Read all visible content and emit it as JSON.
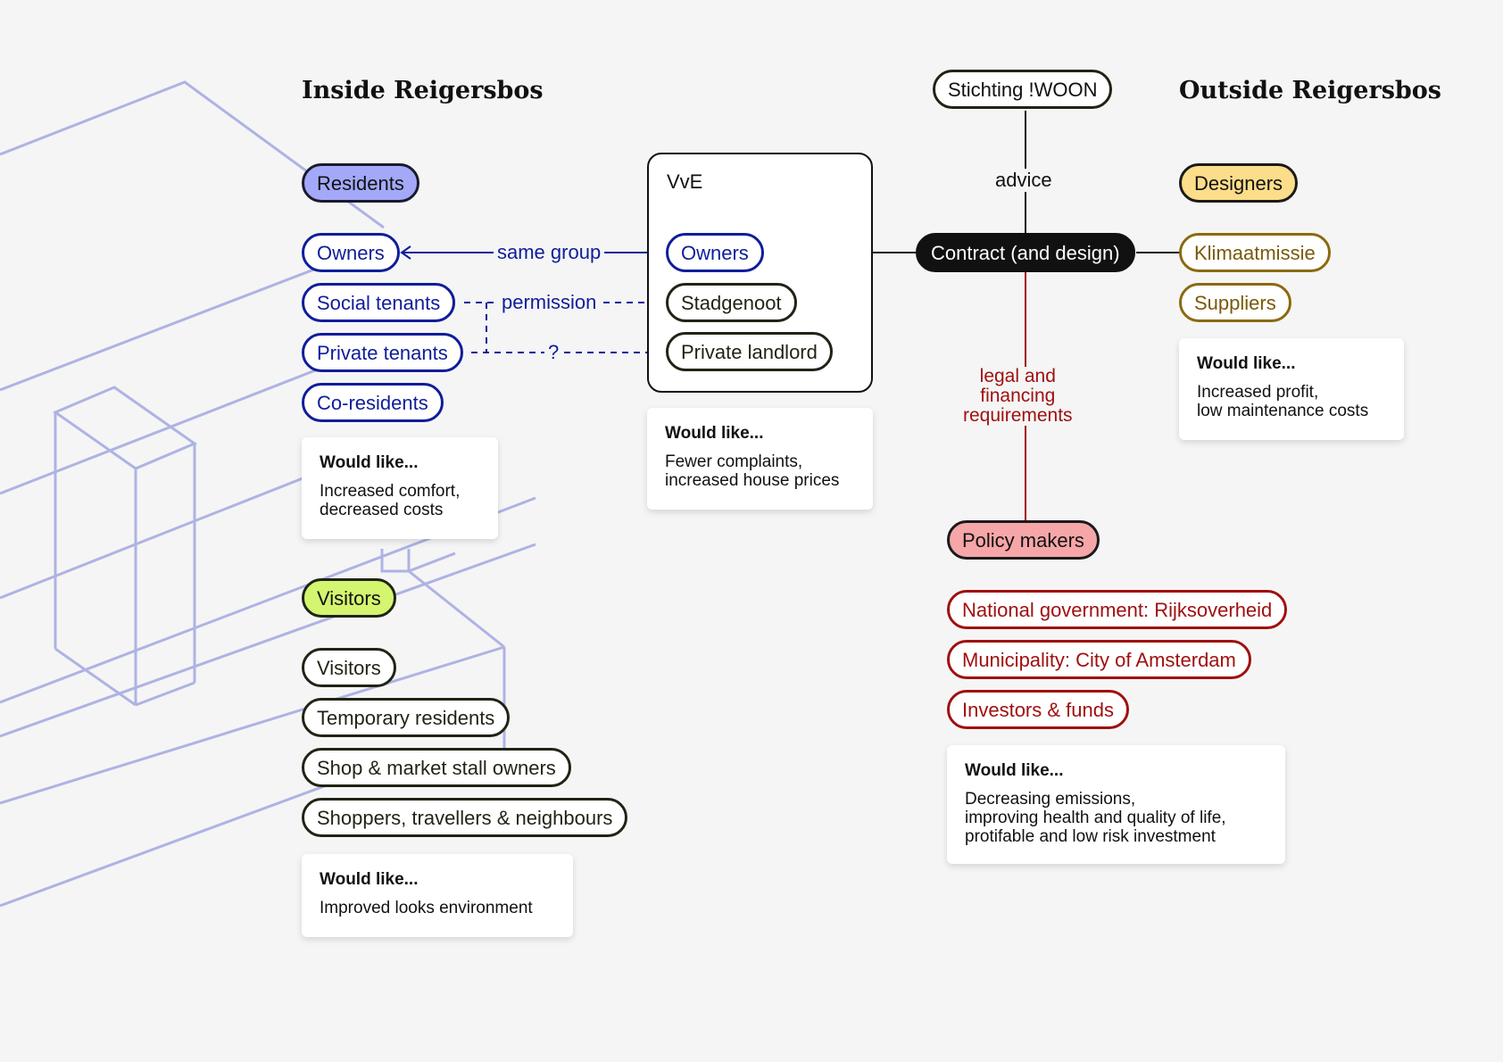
{
  "headings": {
    "inside": "Inside Reigersbos",
    "outside": "Outside Reigersbos"
  },
  "inside": {
    "residents_tag": "Residents",
    "residents": [
      "Owners",
      "Social tenants",
      "Private tenants",
      "Co-residents"
    ],
    "residents_wish": {
      "title": "Would like...",
      "body": "Increased comfort,\ndecreased costs"
    },
    "visitors_tag": "Visitors",
    "visitors": [
      "Visitors",
      "Temporary residents",
      "Shop & market stall owners",
      "Shoppers, travellers & neighbours"
    ],
    "visitors_wish": {
      "title": "Would like...",
      "body": "Improved looks environment"
    }
  },
  "vve": {
    "label": "VvE",
    "members": [
      "Owners",
      "Stadgenoot",
      "Private landlord"
    ],
    "wish": {
      "title": "Would like...",
      "body": "Fewer complaints,\nincreased house prices"
    }
  },
  "relations": {
    "same_group": "same group",
    "permission": "permission",
    "unknown": "?",
    "advice": "advice",
    "legal": "legal and\nfinancing\nrequirements"
  },
  "center": {
    "stichting": "Stichting !WOON",
    "contract": "Contract (and design)"
  },
  "outside": {
    "designers_tag": "Designers",
    "designers": [
      "Klimaatmissie",
      "Suppliers"
    ],
    "designers_wish": {
      "title": "Would like...",
      "body": "Increased profit,\nlow maintenance costs"
    }
  },
  "policy": {
    "tag": "Policy makers",
    "items": [
      "National government: Rijksoverheid",
      "Municipality: City of Amsterdam",
      "Investors & funds"
    ],
    "wish": {
      "title": "Would like...",
      "body": "Decreasing emissions,\nimproving health and quality of life,\nprotifable and low risk investment"
    }
  },
  "colors": {
    "residents": "#a3a9f8",
    "visitors": "#d4f570",
    "designers": "#fcdd8a",
    "policy": "#f6a6a8",
    "contract": "#111111",
    "building_lines": "#aeb3e3"
  }
}
